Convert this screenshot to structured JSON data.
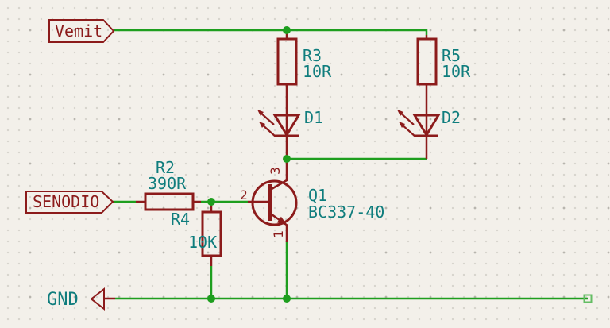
{
  "colors": {
    "background": "#f3f0ea",
    "grid_minor": "#d6d3cc",
    "grid_major": "#b8b5ae",
    "wire": "#1e9e1e",
    "component": "#8c1b1b",
    "field": "#0f7d7d",
    "noconnect": "#63bd63"
  },
  "net_labels": {
    "vemit": "Vemit",
    "senodio": "SENODIO",
    "gnd": "GND"
  },
  "components": {
    "r2": {
      "ref": "R2",
      "value": "390R"
    },
    "r3": {
      "ref": "R3",
      "value": "10R"
    },
    "r4": {
      "ref": "R4",
      "value": "10K"
    },
    "r5": {
      "ref": "R5",
      "value": "10R"
    },
    "d1": {
      "ref": "D1"
    },
    "d2": {
      "ref": "D2"
    },
    "q1": {
      "ref": "Q1",
      "value": "BC337-40",
      "pin_collector": "3",
      "pin_base": "2",
      "pin_emitter": "1"
    }
  }
}
